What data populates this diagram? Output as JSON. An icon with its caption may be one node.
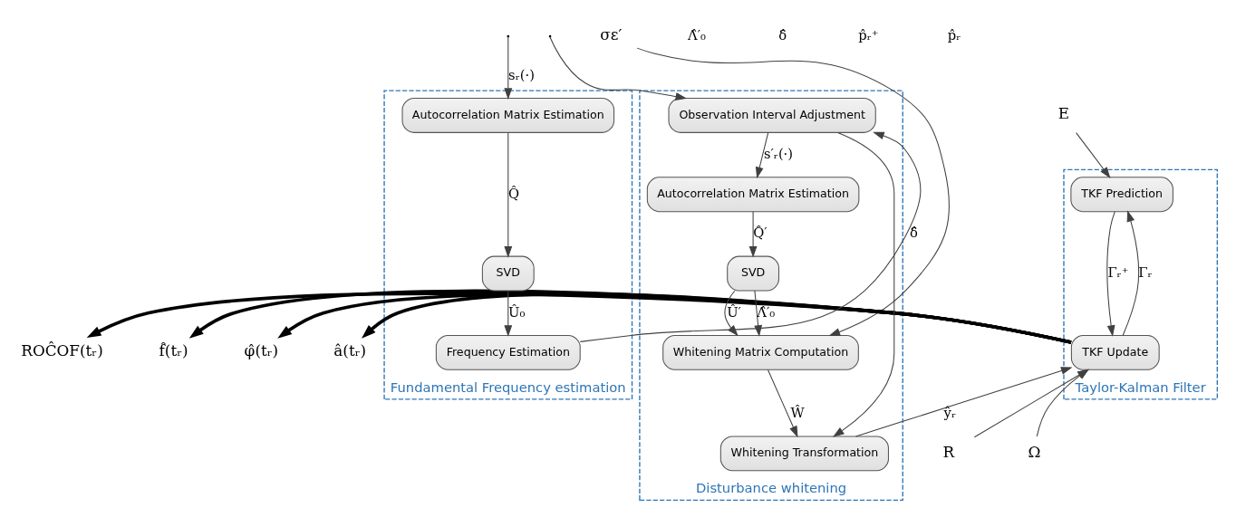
{
  "diagram": {
    "nodes": [
      {
        "text": [
          "Fundamental Frequency estimation"
        ]
      },
      {
        "text": [
          "Autocorrelation Matrix Estimation"
        ],
        "in": 0
      },
      {
        "text": [
          "SVD"
        ],
        "in": 0
      },
      {
        "text": [
          "Frequency Estimation"
        ],
        "in": 0
      },
      {
        "text": [
          "Disturbance whitening"
        ]
      },
      {
        "text": [
          "Observation Interval Adjustment"
        ],
        "in": 4
      },
      {
        "text": [
          "Autocorrelation Matrix Estimation"
        ],
        "in": 4
      },
      {
        "text": [
          "SVD"
        ],
        "in": 4
      },
      {
        "text": [
          "Whitening Matrix Computation"
        ],
        "in": 4
      },
      {
        "text": [
          "Whitening Transformation"
        ],
        "in": 4
      },
      {
        "text": [
          "Taylor-Kalman Filter"
        ]
      },
      {
        "text": [
          "TKF Prediction"
        ],
        "in": 10
      },
      {
        "text": [
          "TKF Update"
        ],
        "in": 10
      },
      {
        "text": [
          "E"
        ]
      },
      {
        "text": [
          "σε′"
        ]
      },
      {
        "text": [
          "Ω"
        ]
      },
      {
        "text": [
          "R"
        ]
      },
      {
        "text": [
          "â(tᵣ)"
        ]
      },
      {
        "text": [
          "φ̂(tᵣ)"
        ]
      },
      {
        "text": [
          "f̂(tᵣ)"
        ]
      },
      {
        "text": [
          "ROĈOF(tᵣ)"
        ]
      }
    ],
    "edges": [
      {
        "from": null,
        "to": 1,
        "arrow": "to",
        "label": "sᵣ(·)"
      },
      {
        "from": null,
        "to": 5,
        "arrow": "to"
      },
      {
        "from": 1,
        "to": 2,
        "arrow": "to",
        "label": "Q̂"
      },
      {
        "from": 2,
        "to": 3,
        "arrow": "to",
        "label": "Û₀"
      },
      {
        "from": 3,
        "to": 5,
        "arrow": "to",
        "label": "δ̂"
      },
      {
        "from": 5,
        "to": 6,
        "arrow": "to",
        "label": "s′ᵣ(·)"
      },
      {
        "from": 5,
        "to": 9,
        "arrow": "to"
      },
      {
        "from": 6,
        "to": 7,
        "arrow": "to",
        "label": "Q̂′"
      },
      {
        "from": 7,
        "to": 8,
        "arrow": "to",
        "label": "Û′"
      },
      {
        "from": 7,
        "to": 8,
        "arrow": "to",
        "label": "Λ̂′₀"
      },
      {
        "from": 14,
        "to": 8,
        "arrow": "to"
      },
      {
        "from": 8,
        "to": 9,
        "arrow": "to",
        "label": "Ŵ"
      },
      {
        "from": 9,
        "to": 12,
        "arrow": "to",
        "label": "ŷᵣ"
      },
      {
        "from": 13,
        "to": 11,
        "arrow": "to"
      },
      {
        "from": 11,
        "to": 12,
        "arrow": "to",
        "label": "Γᵣ⁺"
      },
      {
        "from": 12,
        "to": 11,
        "arrow": "to",
        "label": "Γᵣ"
      },
      {
        "from": 15,
        "to": 12,
        "arrow": "to"
      },
      {
        "from": 16,
        "to": 12,
        "arrow": "to"
      },
      {
        "from": 12,
        "to": 17,
        "arrow": "to",
        "style": "thick"
      },
      {
        "from": 12,
        "to": 18,
        "arrow": "to",
        "style": "thick"
      },
      {
        "from": 12,
        "to": 19,
        "arrow": "to",
        "style": "thick"
      },
      {
        "from": 12,
        "to": 20,
        "arrow": "to",
        "style": "thick"
      }
    ],
    "labels": [
      "Λ̂′₀",
      "δ̂",
      "p̂ᵣ⁺",
      "p̂ᵣ"
    ]
  }
}
